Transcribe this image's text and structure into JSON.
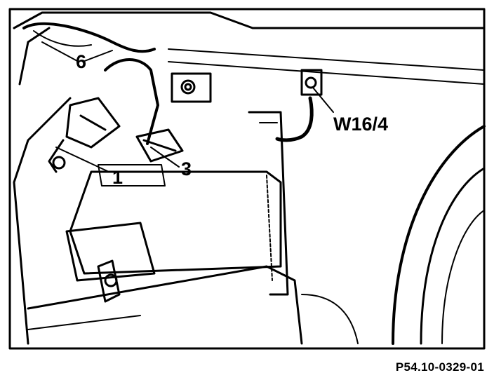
{
  "callouts": [
    {
      "id": "c6",
      "label": "6"
    },
    {
      "id": "c1",
      "label": "1"
    },
    {
      "id": "c3",
      "label": "3"
    },
    {
      "id": "cw",
      "label": "W16/4"
    }
  ],
  "figure_id": "P54.10-0329-01",
  "colors": {
    "ink": "#000000",
    "paper": "#ffffff"
  }
}
